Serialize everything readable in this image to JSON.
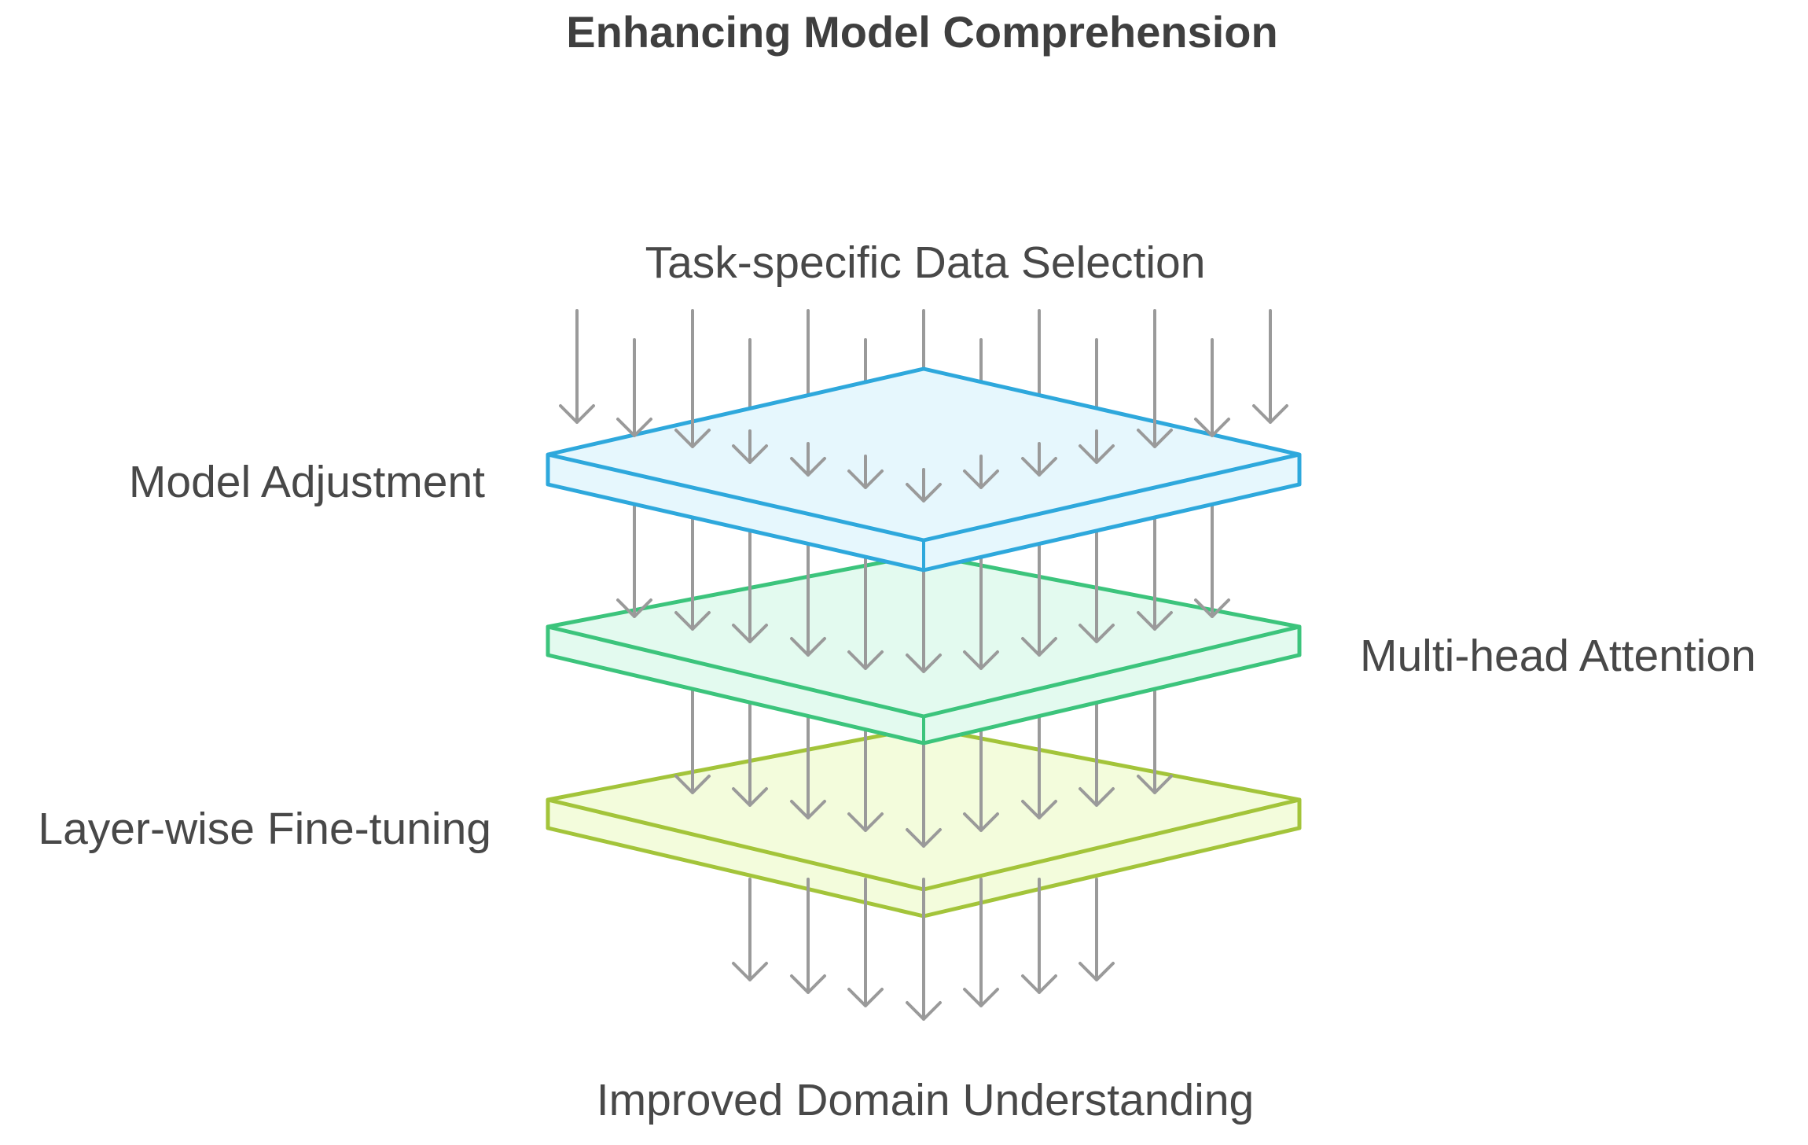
{
  "title": "Enhancing Model Comprehension",
  "labels": {
    "input": "Task-specific Data Selection",
    "layer_1": "Model Adjustment",
    "layer_2": "Multi-head Attention",
    "layer_3": "Layer-wise Fine-tuning",
    "output": "Improved Domain Understanding"
  },
  "colors": {
    "title_text": "#3f3f3f",
    "label_text": "#484848",
    "arrow": "#9a9a9a",
    "layer_1_stroke": "#2ea8dc",
    "layer_1_fill": "#e6f7fd",
    "layer_2_stroke": "#3cc47c",
    "layer_2_fill": "#e3faef",
    "layer_3_stroke": "#a3c43a",
    "layer_3_fill": "#f3fcdc"
  }
}
